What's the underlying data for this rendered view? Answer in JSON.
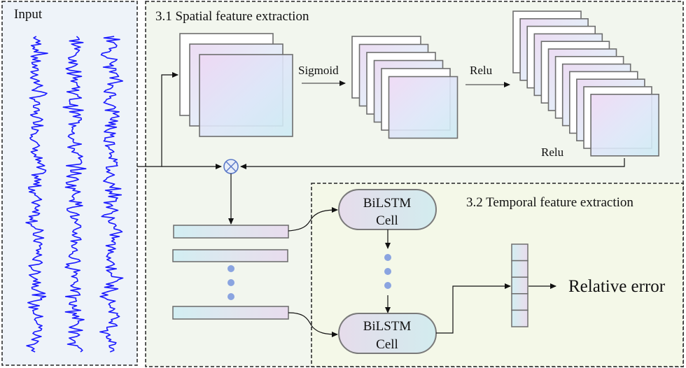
{
  "input_panel": {
    "title": "Input",
    "signal_count": 3,
    "signal_color": "#1a1aff"
  },
  "spatial_panel": {
    "title": "3.1 Spatial feature extraction",
    "stage1_maps": 3,
    "activation1": "Sigmoid",
    "stage2_maps": 6,
    "activation2": "Relu",
    "stage3_maps": 12,
    "activation3": "Relu",
    "multiply_symbol": "⊗"
  },
  "sequence_vectors": {
    "count_shown": 3,
    "ellipsis_dots": 3
  },
  "temporal_panel": {
    "title": "3.2 Temporal feature extraction",
    "cell_top": {
      "line1": "BiLSTM",
      "line2": "Cell"
    },
    "cell_bottom": {
      "line1": "BiLSTM",
      "line2": "Cell"
    },
    "ellipsis_dots": 3,
    "output_vector_cells": 5,
    "output_label": "Relative error"
  },
  "colors": {
    "input_bg": "#eef3f9",
    "spatial_bg": "#f2f6ee",
    "temporal_bg": "#f4f8e8",
    "dot": "#8aa4e0",
    "line": "#111111",
    "box_stroke": "#707070"
  }
}
